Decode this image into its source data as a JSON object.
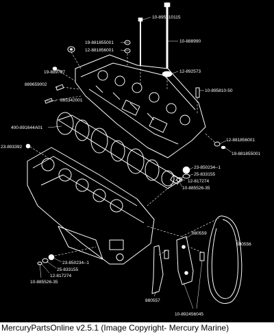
{
  "footer": {
    "text": "MercuryPartsOnline v2.5.1 (Image Copyright- Mercury Marine)"
  },
  "callouts": [
    "10-895810115",
    "19-881855001",
    "12-881856001",
    "10-888990",
    "19-889767",
    "12-892573",
    "889659002",
    "885342001",
    "10-895810-50",
    "400-891644A01",
    "12-881856001",
    "19-881855001",
    "23-893392",
    "23-850234--1",
    "25-833155",
    "12-817274",
    "10-885526-35",
    "880559",
    "880556",
    "23-850234--1",
    "25-833155",
    "12-817274",
    "10-885526-35",
    "880557",
    "10-892456045"
  ],
  "colors": {
    "background": "#000000",
    "lines": "#ffffff",
    "footer_bg": "#ffffff"
  }
}
